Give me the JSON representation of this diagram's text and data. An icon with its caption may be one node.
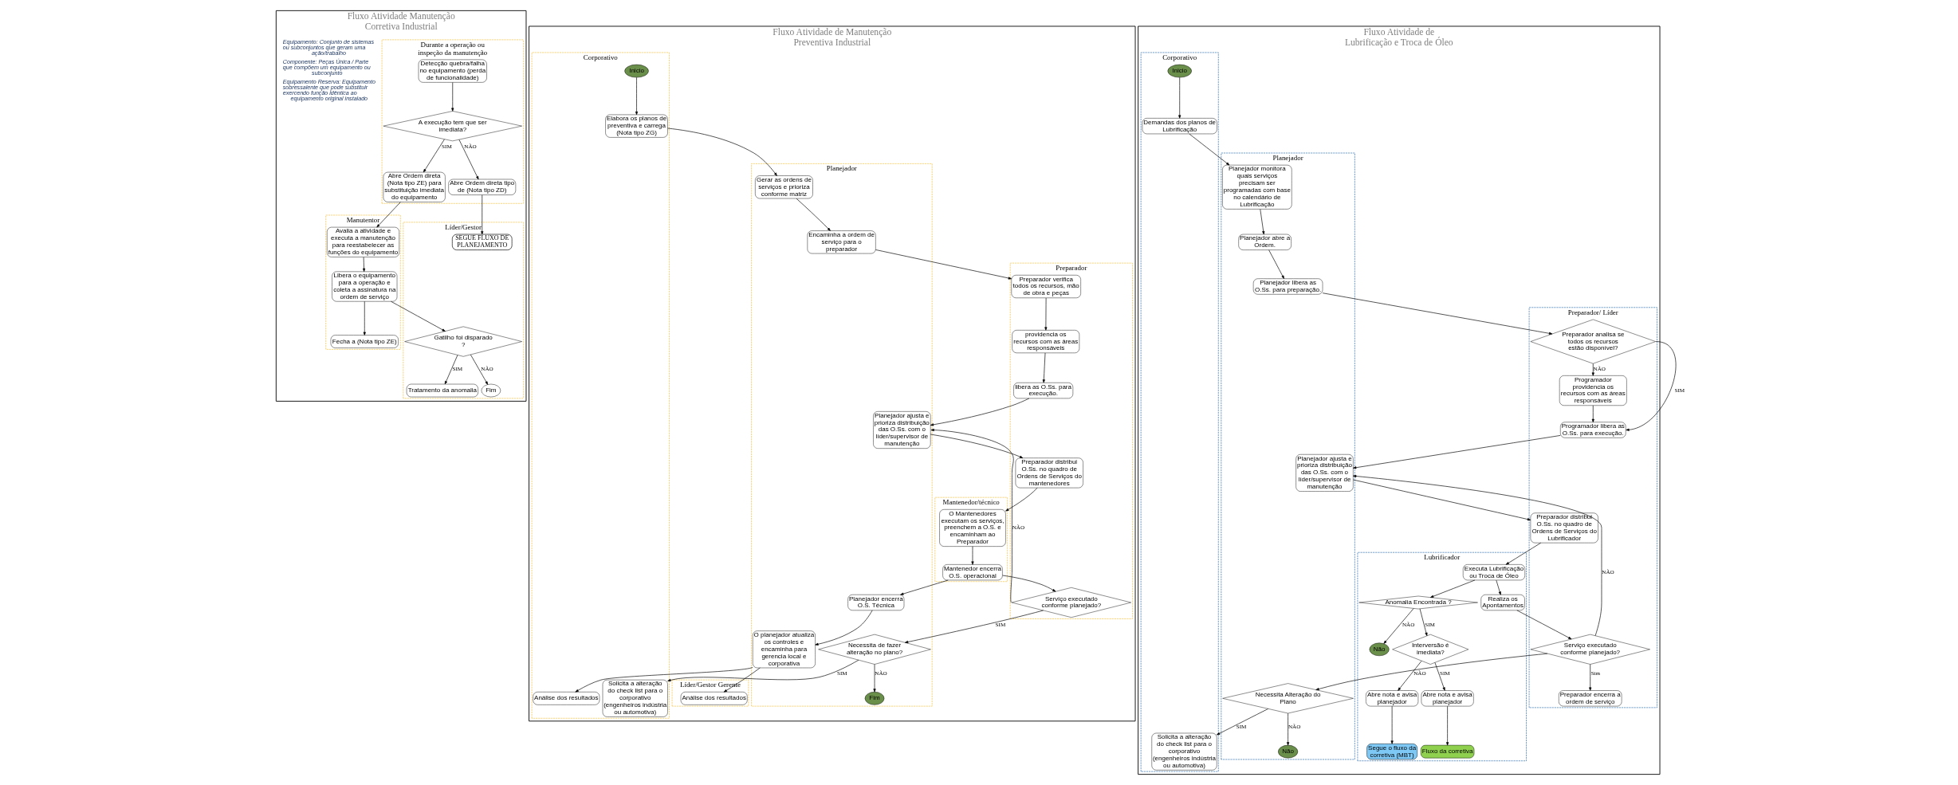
{
  "diagram": {
    "nodes": [
      {
        "text": [
          "Fluxo Atividade Manutenção Corretiva Industrial"
        ]
      },
      {
        "text": [
          "Durante a operação ou inspeção da manutenção"
        ],
        "in": 0
      },
      {
        "text": [
          "Manutentor"
        ],
        "in": 0
      },
      {
        "text": [
          "Líder/Gestor"
        ],
        "in": 0
      },
      {
        "text": [
          "Detecção quebra/falha no equipamento (perda de funcionalidade)"
        ],
        "in": 1
      },
      {
        "text": [
          "A execução tem que ser imediata?"
        ],
        "in": 1
      },
      {
        "text": [
          "Abre Ordem direta (Nota tipo ZE) para substituição imediata do equipamento"
        ],
        "in": 1
      },
      {
        "text": [
          "Abre Ordem direta tipo de (Nota tipo ZD)"
        ],
        "in": 1
      },
      {
        "text": [
          "Avalia a atividade e executa a manutenção para reestabelecer as funções do equipamento"
        ],
        "in": 2
      },
      {
        "text": [
          "Libera o equipamento para a operação e coleta a assinatura na ordem de serviço"
        ],
        "in": 2
      },
      {
        "text": [
          "Fecha a (Nota tipo ZE)"
        ],
        "in": 2
      },
      {
        "text": [
          "Gatilho foi disparado ?"
        ],
        "in": 3
      },
      {
        "text": [
          "Tratamento da anomalia"
        ],
        "in": 3
      },
      {
        "text": [
          "Fim"
        ],
        "in": 3
      },
      {
        "text": [
          "SEGUE FLUXO DE PLANEJAMENTO"
        ],
        "in": 3
      },
      {
        "text": [
          "Fluxo Atividade de Manutenção Preventiva Industrial"
        ]
      },
      {
        "text": [
          "Corporativo"
        ],
        "in": 15
      },
      {
        "text": [
          "Planejador"
        ],
        "in": 15
      },
      {
        "text": [
          "Preparador"
        ],
        "in": 15
      },
      {
        "text": [
          "Líder/Gestor Gerente"
        ],
        "in": 15
      },
      {
        "text": [
          "Mantenedor/técnico"
        ],
        "in": 15
      },
      {
        "text": [
          "Elabora os planos de preventiva e carrega (Nota tipo ZG)"
        ],
        "in": 16
      },
      {
        "text": [
          "Inicio"
        ],
        "in": 16
      },
      {
        "text": [
          "Gerar as ordens de serviços e prioriza conforme matriz"
        ],
        "in": 17
      },
      {
        "text": [
          "Encaminha a ordem de serviço para o preparador"
        ],
        "in": 17
      },
      {
        "text": [
          "Preparador verifica todos os recursos, mão de obra e peças"
        ],
        "in": 18
      },
      {
        "text": [
          "providencia os recursos com as áreas responsáveis"
        ],
        "in": 18
      },
      {
        "text": [
          "libera as O.Ss. para execução."
        ],
        "in": 18
      },
      {
        "text": [
          "Planejador ajusta e prioriza distribuição das O.Ss. com o líder/supervisor de manutenção"
        ],
        "in": 17
      },
      {
        "text": [
          "Preparador distribui O.Ss. no quadro de Ordens de Serviços do mantenedores"
        ],
        "in": 18
      },
      {
        "text": [
          "O Mantenedores executam os serviços, preenchem a O.S. e encaminham ao Preparador"
        ],
        "in": 20
      },
      {
        "text": [
          "Mantenedor encerra O.S. operacional"
        ],
        "in": 20
      },
      {
        "text": [
          "Serviço executado conforme planejado?"
        ],
        "in": 18
      },
      {
        "text": [
          "Necessita de fazer alteração no plano?"
        ],
        "in": 17
      },
      {
        "text": [
          "Solicita a alteração do check list para o corporativo (engenheiros indústria ou automotiva)"
        ],
        "in": 16
      },
      {
        "text": [
          "Fim"
        ],
        "in": 17
      },
      {
        "text": [
          "Planejador encerra O.S. Técnica"
        ],
        "in": 17
      },
      {
        "text": [
          "O planejador atualiza os controles e encaminha para gerencia local e corporativa"
        ],
        "in": 17
      },
      {
        "text": [
          "Análise dos resultados"
        ],
        "in": 16
      },
      {
        "text": [
          "Análise dos resultados"
        ],
        "in": 19
      },
      {
        "text": [
          "Fluxo Atividade de Lubrificação e Troca de Óleo"
        ]
      },
      {
        "text": [
          "Corporativo"
        ],
        "in": 40
      },
      {
        "text": [
          "Planejador"
        ],
        "in": 40
      },
      {
        "text": [
          "Preparador/ Líder"
        ],
        "in": 40
      },
      {
        "text": [
          "Lubrificador"
        ],
        "in": 40
      },
      {
        "text": [
          "Demandas dos planos de Lubrificação"
        ],
        "in": 41
      },
      {
        "text": [
          "Inicio"
        ],
        "in": 41
      },
      {
        "text": [
          "Solicita a alteração do check list para o corporativo (engenheiros indústria ou automotiva)"
        ],
        "in": 41
      },
      {
        "text": [
          "Planejador monitora quais serviços precisam ser programadas com base no calendário de Lubrificação"
        ],
        "in": 42
      },
      {
        "text": [
          "Planejador abre a Ordem."
        ],
        "in": 42
      },
      {
        "text": [
          "Planejador libera as O.Ss. para preparação."
        ],
        "in": 42
      },
      {
        "text": [
          "Planejador ajusta e prioriza distribuição das O.Ss. com o líder/supervisor de manutenção"
        ],
        "in": 42
      },
      {
        "text": [
          "Necessita Alteração do Plano"
        ],
        "in": 42
      },
      {
        "text": [
          "Não"
        ],
        "in": 42
      },
      {
        "text": [
          "Preparador analisa se todos os recursos estão disponível?"
        ],
        "in": 43
      },
      {
        "text": [
          "Programador providencia os recursos com as áreas responsáveis"
        ],
        "in": 43
      },
      {
        "text": [
          "Programador libera as O.Ss. para execução."
        ],
        "in": 43
      },
      {
        "text": [
          "Preparador distribui O.Ss. no quadro de Ordens de Serviços do Lubrificador"
        ],
        "in": 43
      },
      {
        "text": [
          "Serviço executado conforme planejado?"
        ],
        "in": 43
      },
      {
        "text": [
          "Preparador encerra a ordem de serviço"
        ],
        "in": 43
      },
      {
        "text": [
          "Executa Lubrificação ou Troca de Óleo"
        ],
        "in": 44
      },
      {
        "text": [
          "Realiza os Apontamentos"
        ],
        "in": 44
      },
      {
        "text": [
          "Anomalia Encontrada ?"
        ],
        "in": 44
      },
      {
        "text": [
          "Não"
        ],
        "in": 44
      },
      {
        "text": [
          "Interversão é imediata?"
        ],
        "in": 44
      },
      {
        "text": [
          "Abre nota e avisa planejador"
        ],
        "in": 44
      },
      {
        "text": [
          "Segue o fluxo da corretiva (MBT)"
        ],
        "in": 44
      },
      {
        "text": [
          "Abre nota e avisa planejador"
        ],
        "in": 44
      },
      {
        "text": [
          "Fluxo da corretiva"
        ],
        "in": 44
      }
    ],
    "edges": [
      {
        "from": 4,
        "to": 5,
        "arrow": "to"
      },
      {
        "from": 5,
        "to": 6,
        "arrow": "to",
        "label": "SIM"
      },
      {
        "from": 5,
        "to": 7,
        "arrow": "to",
        "label": "NÃO"
      },
      {
        "from": 6,
        "to": 8,
        "arrow": "to"
      },
      {
        "from": 7,
        "to": 14,
        "arrow": "to"
      },
      {
        "from": 8,
        "to": 9,
        "arrow": "to"
      },
      {
        "from": 9,
        "to": 10,
        "arrow": "to"
      },
      {
        "from": 9,
        "to": 11,
        "arrow": "to"
      },
      {
        "from": 11,
        "to": 12,
        "arrow": "to",
        "label": "SIM"
      },
      {
        "from": 11,
        "to": 13,
        "arrow": "to",
        "label": "NÃO"
      },
      {
        "from": 21,
        "to": 23,
        "arrow": "to"
      },
      {
        "from": 22,
        "to": 21,
        "arrow": "to"
      },
      {
        "from": 23,
        "to": 24,
        "arrow": "to"
      },
      {
        "from": 24,
        "to": 25,
        "arrow": "to"
      },
      {
        "from": 25,
        "to": 26,
        "arrow": "to"
      },
      {
        "from": 26,
        "to": 27,
        "arrow": "to"
      },
      {
        "from": 27,
        "to": 28,
        "arrow": "to"
      },
      {
        "from": 28,
        "to": 29,
        "arrow": "to"
      },
      {
        "from": 29,
        "to": 30,
        "arrow": "to"
      },
      {
        "from": 30,
        "to": 31,
        "arrow": "to"
      },
      {
        "from": 31,
        "to": 32,
        "arrow": "to"
      },
      {
        "from": 31,
        "to": 36,
        "arrow": "to"
      },
      {
        "from": 32,
        "to": 28,
        "arrow": "to",
        "label": "NÃO"
      },
      {
        "from": 32,
        "to": 33,
        "arrow": "to",
        "label": "SIM"
      },
      {
        "from": 33,
        "to": 34,
        "arrow": "to",
        "label": "SIM"
      },
      {
        "from": 33,
        "to": 35,
        "arrow": "to",
        "label": "NÃO"
      },
      {
        "from": 36,
        "to": 37,
        "arrow": "to"
      },
      {
        "from": 37,
        "to": 38,
        "arrow": "to"
      },
      {
        "from": 37,
        "to": 39,
        "arrow": "to"
      },
      {
        "from": 45,
        "to": 48,
        "arrow": "to"
      },
      {
        "from": 46,
        "to": 45,
        "arrow": "to"
      },
      {
        "from": 48,
        "to": 49,
        "arrow": "to"
      },
      {
        "from": 49,
        "to": 50,
        "arrow": "to"
      },
      {
        "from": 50,
        "to": 54,
        "arrow": "to"
      },
      {
        "from": 51,
        "to": 57,
        "arrow": "to"
      },
      {
        "from": 52,
        "to": 47,
        "arrow": "to",
        "label": "SIM"
      },
      {
        "from": 52,
        "to": 53,
        "arrow": "to",
        "label": "NÃO"
      },
      {
        "from": 54,
        "to": 55,
        "arrow": "to",
        "label": "NÃO"
      },
      {
        "from": 54,
        "to": 56,
        "arrow": "to",
        "label": "SIM"
      },
      {
        "from": 55,
        "to": 56,
        "arrow": "to"
      },
      {
        "from": 56,
        "to": 51,
        "arrow": "to"
      },
      {
        "from": 57,
        "to": 60,
        "arrow": "to"
      },
      {
        "from": 58,
        "to": 51,
        "arrow": "to",
        "label": "NÃO"
      },
      {
        "from": 58,
        "to": 52,
        "arrow": "to"
      },
      {
        "from": 58,
        "to": 59,
        "arrow": "to",
        "label": "Sim"
      },
      {
        "from": 60,
        "to": 61,
        "arrow": "to"
      },
      {
        "from": 60,
        "to": 62,
        "arrow": "to"
      },
      {
        "from": 61,
        "to": 58,
        "arrow": "to"
      },
      {
        "from": 62,
        "to": 63,
        "arrow": "to",
        "label": "NÃO"
      },
      {
        "from": 62,
        "to": 64,
        "arrow": "to",
        "label": "SIM"
      },
      {
        "from": 64,
        "to": 65,
        "arrow": "to",
        "label": "NÃO"
      },
      {
        "from": 64,
        "to": 67,
        "arrow": "to",
        "label": "SIM"
      },
      {
        "from": 65,
        "to": 66,
        "arrow": "to"
      },
      {
        "from": 67,
        "to": 68,
        "arrow": "to"
      }
    ],
    "labels": [
      "Equipamento: Conjunto de sistemas ou subconjuntos que geram uma ação/trabalho",
      "Componente: Peças Única / Parte que compõem um equipamento ou subconjunto",
      "Equipamento Reserva: Equipamento sobressalente que pode substituir exercendo função idêntica ao equipamento original instalado"
    ]
  }
}
